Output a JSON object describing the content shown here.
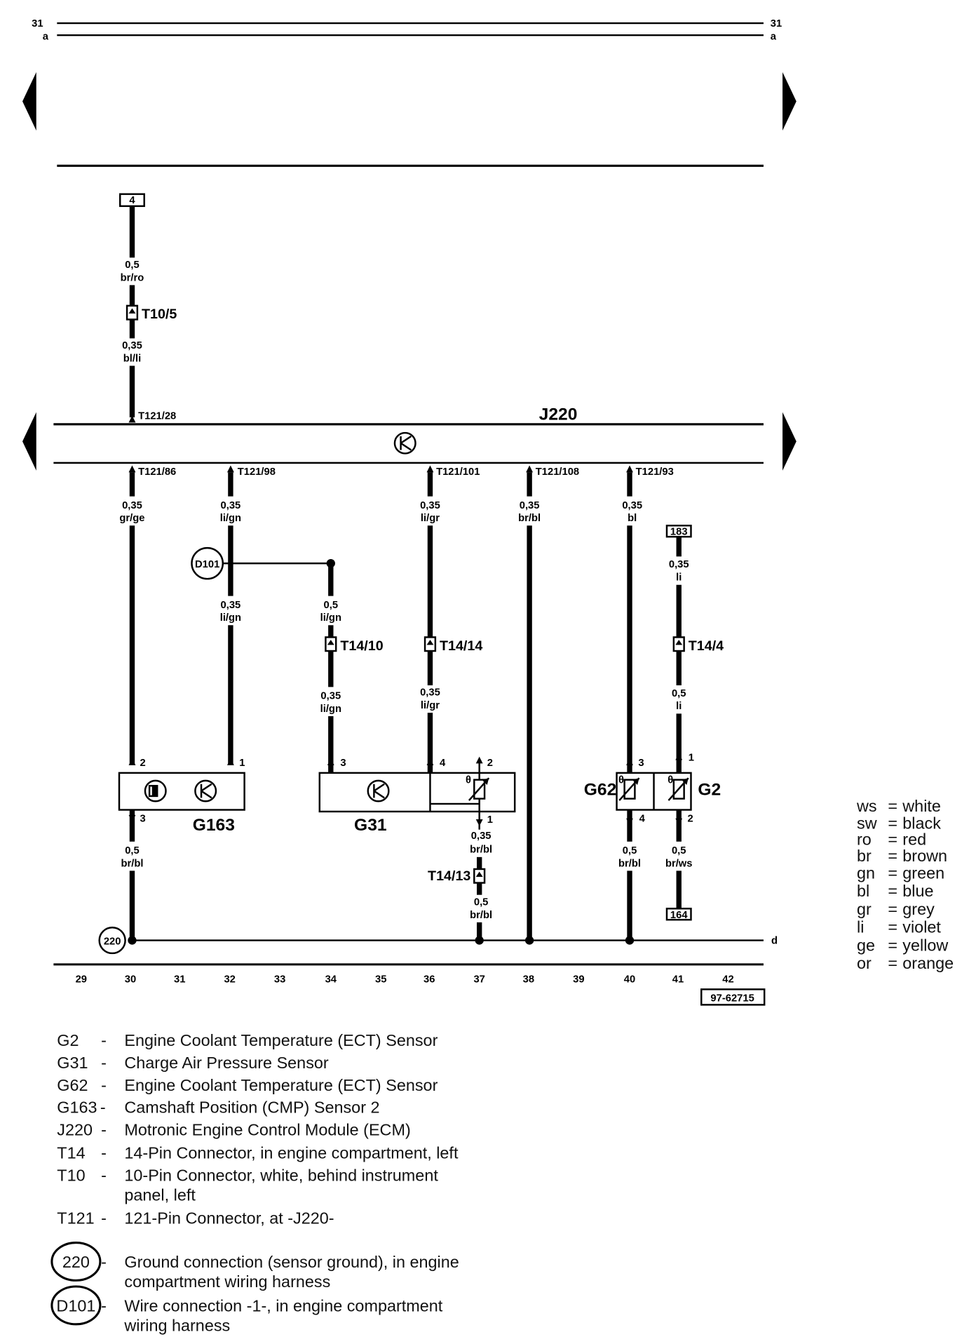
{
  "header": {
    "page_left": "31",
    "page_right": "31",
    "track_left": "a",
    "track_right": "a",
    "track_bottom": "d"
  },
  "module": {
    "name": "J220"
  },
  "connectors": {
    "top_box": "4",
    "t10_5": "T10/5",
    "t121_28": "T121/28",
    "t121_86": "T121/86",
    "t121_98": "T121/98",
    "t121_101": "T121/101",
    "t121_108": "T121/108",
    "t121_93": "T121/93",
    "t14_10": "T14/10",
    "t14_14": "T14/14",
    "t14_4": "T14/4",
    "t14_13": "T14/13",
    "box_183": "183",
    "box_164": "164",
    "ground_220": "220",
    "splice_d101": "D101"
  },
  "wires": {
    "w_top_upper": [
      "0,5",
      "br/ro"
    ],
    "w_top_lower": [
      "0,35",
      "bl/li"
    ],
    "w86": [
      "0,35",
      "gr/ge"
    ],
    "w98": [
      "0,35",
      "li/gn"
    ],
    "w98_lower": [
      "0,35",
      "li/gn"
    ],
    "w34_upper": [
      "0,5",
      "li/gn"
    ],
    "w34_lower": [
      "0,35",
      "li/gn"
    ],
    "w101": [
      "0,35",
      "li/gr"
    ],
    "w101_lower": [
      "0,35",
      "li/gr"
    ],
    "w108": [
      "0,35",
      "br/bl"
    ],
    "w93": [
      "0,35",
      "bl"
    ],
    "w183": [
      "0,35",
      "li"
    ],
    "w183_lower": [
      "0,5",
      "li"
    ],
    "w_g163_gnd": [
      "0,5",
      "br/bl"
    ],
    "w_g31_1": [
      "0,35",
      "br/bl"
    ],
    "w_g31_1_lower": [
      "0,5",
      "br/bl"
    ],
    "w_g62_4": [
      "0,5",
      "br/bl"
    ],
    "w_g2_2": [
      "0,5",
      "br/ws"
    ]
  },
  "components": {
    "g163": "G163",
    "g31": "G31",
    "g62": "G62",
    "g2": "G2"
  },
  "pins": {
    "g163_2": "2",
    "g163_1": "1",
    "g163_3": "3",
    "g31_3": "3",
    "g31_4": "4",
    "g31_2": "2",
    "g31_1": "1",
    "g62_3": "3",
    "g62_4": "4",
    "g2_1": "1",
    "g2_2": "2"
  },
  "track_numbers": [
    "29",
    "30",
    "31",
    "32",
    "33",
    "34",
    "35",
    "36",
    "37",
    "38",
    "39",
    "40",
    "41",
    "42"
  ],
  "doc_number": "97-62715",
  "color_key": [
    {
      "code": "ws",
      "name": "white"
    },
    {
      "code": "sw",
      "name": "black"
    },
    {
      "code": "ro",
      "name": "red"
    },
    {
      "code": "br",
      "name": "brown"
    },
    {
      "code": "gn",
      "name": "green"
    },
    {
      "code": "bl",
      "name": "blue"
    },
    {
      "code": "gr",
      "name": "grey"
    },
    {
      "code": "li",
      "name": "violet"
    },
    {
      "code": "ge",
      "name": "yellow"
    },
    {
      "code": "or",
      "name": "orange"
    }
  ],
  "legend": [
    {
      "code": "G2",
      "lines": [
        "Engine Coolant Temperature (ECT) Sensor"
      ]
    },
    {
      "code": "G31",
      "lines": [
        "Charge Air Pressure Sensor"
      ]
    },
    {
      "code": "G62",
      "lines": [
        "Engine Coolant Temperature (ECT) Sensor"
      ]
    },
    {
      "code": "G163",
      "lines": [
        "Camshaft Position (CMP) Sensor 2"
      ]
    },
    {
      "code": "J220",
      "lines": [
        "Motronic Engine Control Module (ECM)"
      ]
    },
    {
      "code": "T14",
      "lines": [
        "14-Pin Connector, in engine compartment, left"
      ]
    },
    {
      "code": "T10",
      "lines": [
        "10-Pin Connector, white, behind instrument",
        "panel, left"
      ]
    },
    {
      "code": "T121",
      "lines": [
        "121-Pin Connector, at -J220-"
      ]
    },
    {
      "code": "220",
      "circled": true,
      "lines": [
        "Ground connection (sensor ground), in engine",
        "compartment wiring harness"
      ]
    },
    {
      "code": "D101",
      "circled": true,
      "lines": [
        "Wire connection -1-, in engine compartment",
        "wiring harness"
      ]
    }
  ]
}
